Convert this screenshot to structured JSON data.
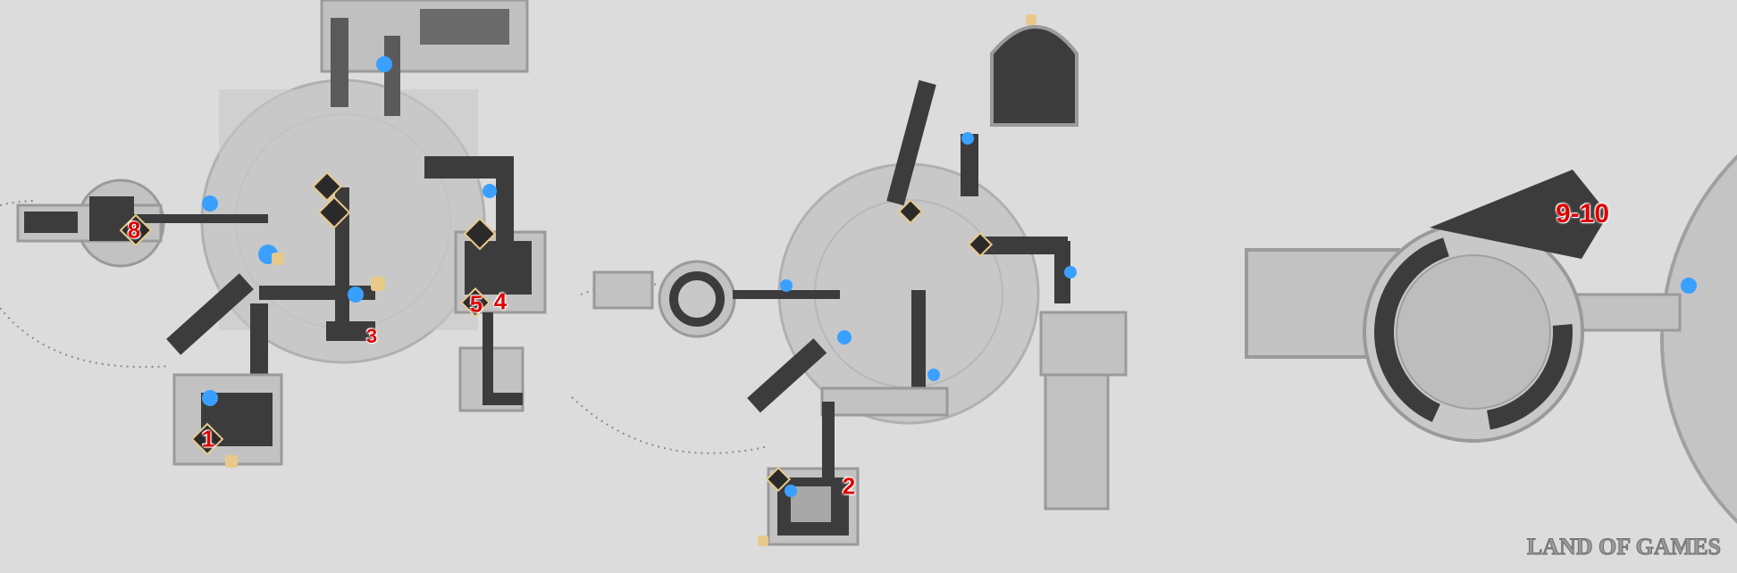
{
  "map": {
    "markers": [
      {
        "id": "m1",
        "label": "1"
      },
      {
        "id": "m2",
        "label": "2"
      },
      {
        "id": "m3",
        "label": "3"
      },
      {
        "id": "m4",
        "label": "4"
      },
      {
        "id": "m5",
        "label": "5"
      },
      {
        "id": "m8",
        "label": "8"
      },
      {
        "id": "m9",
        "label": "9-10"
      }
    ],
    "watermark": "LAND OF GAMES",
    "colors": {
      "background": "#dcdcdc",
      "floor": "#c4c4c4",
      "wall": "#a8a8a8",
      "corridor": "#3c3c3c",
      "marker": "#e00000",
      "teleport": "#3aa0ff",
      "poi": "#e8c98a"
    }
  }
}
